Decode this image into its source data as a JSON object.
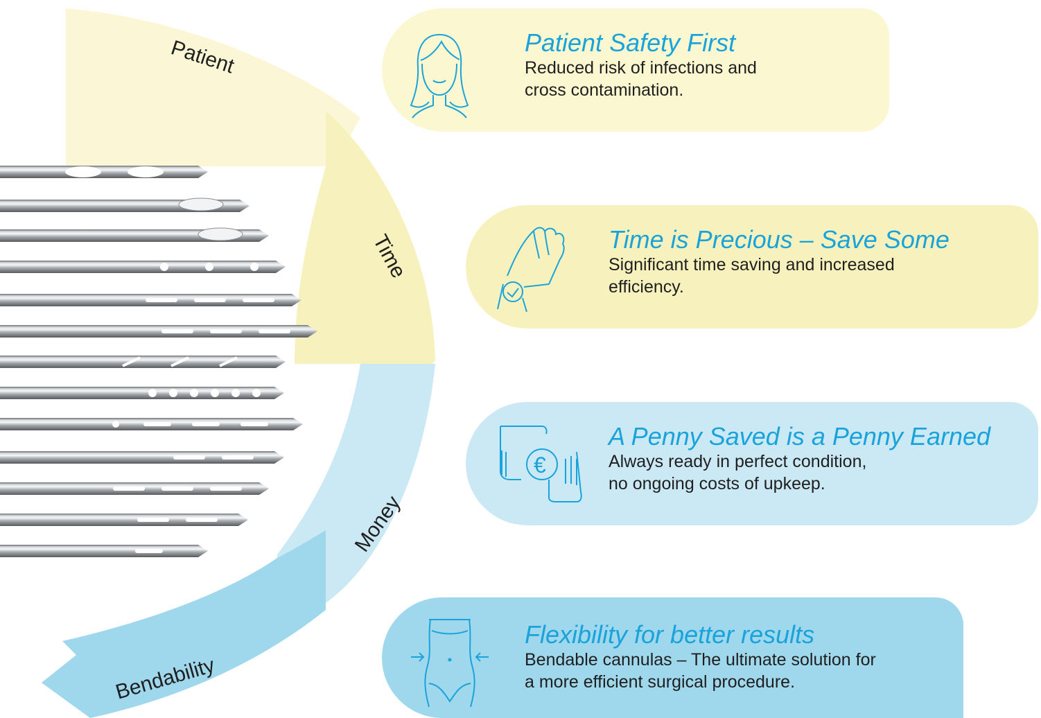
{
  "colors": {
    "yellow": "#fbf7d0",
    "yellow_band": "#f7f2b9",
    "blue_light": "#cbe9f5",
    "blue_band": "#9fd8ec",
    "accent": "#1aa3da",
    "text": "#1f1f1f"
  },
  "arc_labels": {
    "patient": "Patient",
    "time": "Time",
    "money": "Money",
    "bendability": "Bendability"
  },
  "cards": [
    {
      "title": "Patient Safety First",
      "line1": "Reduced risk of infections and",
      "line2": "cross contamination.",
      "icon": "woman-face-icon"
    },
    {
      "title": "Time is Precious – Save Some",
      "line1": "Significant time saving and increased",
      "line2": "efficiency.",
      "icon": "wristwatch-hand-icon"
    },
    {
      "title": "A Penny Saved is a Penny Earned",
      "line1": "Always ready in perfect condition,",
      "line2": "no ongoing costs of upkeep.",
      "icon": "euro-coin-hands-icon"
    },
    {
      "title": "Flexibility for better results",
      "line1": "Bendable cannulas – The ultimate solution for",
      "line2": "a more efficient surgical procedure.",
      "icon": "waist-body-icon"
    }
  ]
}
